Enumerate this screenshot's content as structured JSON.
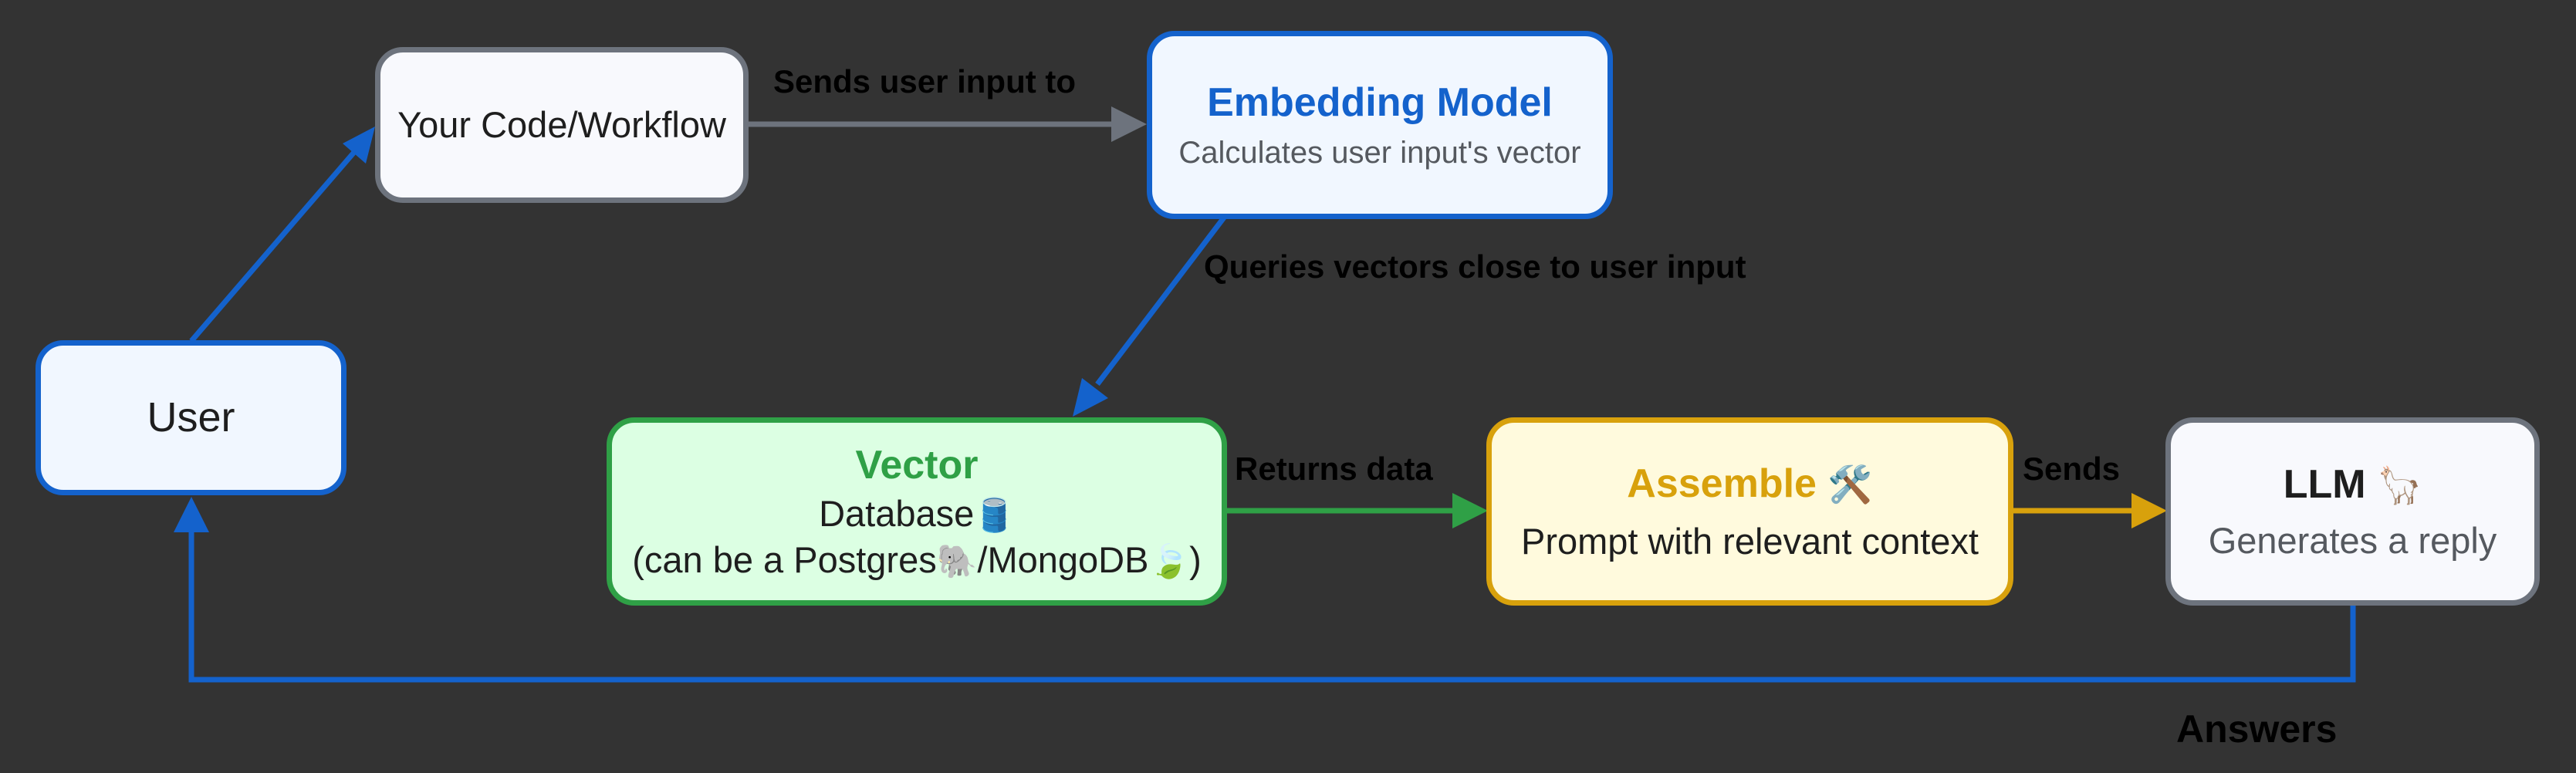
{
  "nodes": {
    "user": {
      "label": "User"
    },
    "code": {
      "label": "Your Code/Workflow"
    },
    "embedding": {
      "title": "Embedding Model",
      "subtitle": "Calculates user input's vector"
    },
    "vector": {
      "title": "Vector",
      "line2": "Database",
      "line2_icon": "🛢️",
      "line3_a": "(can be a Postgres",
      "line3_icon1": "🐘",
      "line3_b": "/MongoDB",
      "line3_icon2": "🍃",
      "line3_c": ")"
    },
    "assemble": {
      "title": "Assemble",
      "title_icon": "🛠️",
      "subtitle": "Prompt with relevant context"
    },
    "llm": {
      "title": "LLM",
      "title_icon": "🦙",
      "subtitle": "Generates a reply"
    }
  },
  "edges": {
    "user_to_code": "",
    "code_to_embedding": "Sends user input to",
    "embedding_to_vector": "Queries vectors close to user input",
    "vector_to_assemble": "Returns data",
    "assemble_to_llm": "Sends",
    "llm_to_user": "Answers"
  },
  "colors": {
    "background": "#333333",
    "blue": "#1462cc",
    "gray": "#6d737d",
    "green": "#2fa046",
    "yellow": "#d8a10c"
  }
}
